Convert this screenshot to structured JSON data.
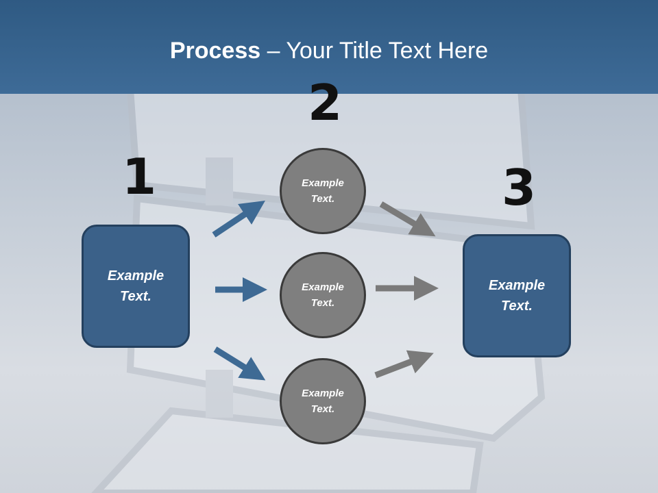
{
  "slide": {
    "title_bold": "Process",
    "title_rest": " – Your Title Text Here"
  },
  "steps": {
    "n1": "1",
    "n2": "2",
    "n3": "3"
  },
  "left_box": {
    "line1": "Example",
    "line2": "Text."
  },
  "right_box": {
    "line1": "Example",
    "line2": "Text."
  },
  "circles": [
    {
      "line1": "Example",
      "line2": "Text."
    },
    {
      "line1": "Example",
      "line2": "Text."
    },
    {
      "line1": "Example",
      "line2": "Text."
    }
  ],
  "colors": {
    "header": "#3e6b97",
    "box_fill": "#3b6189",
    "circle_fill": "#7f7f7f",
    "arrow_blue": "#3e6a94",
    "arrow_gray": "#7a7a7a"
  }
}
